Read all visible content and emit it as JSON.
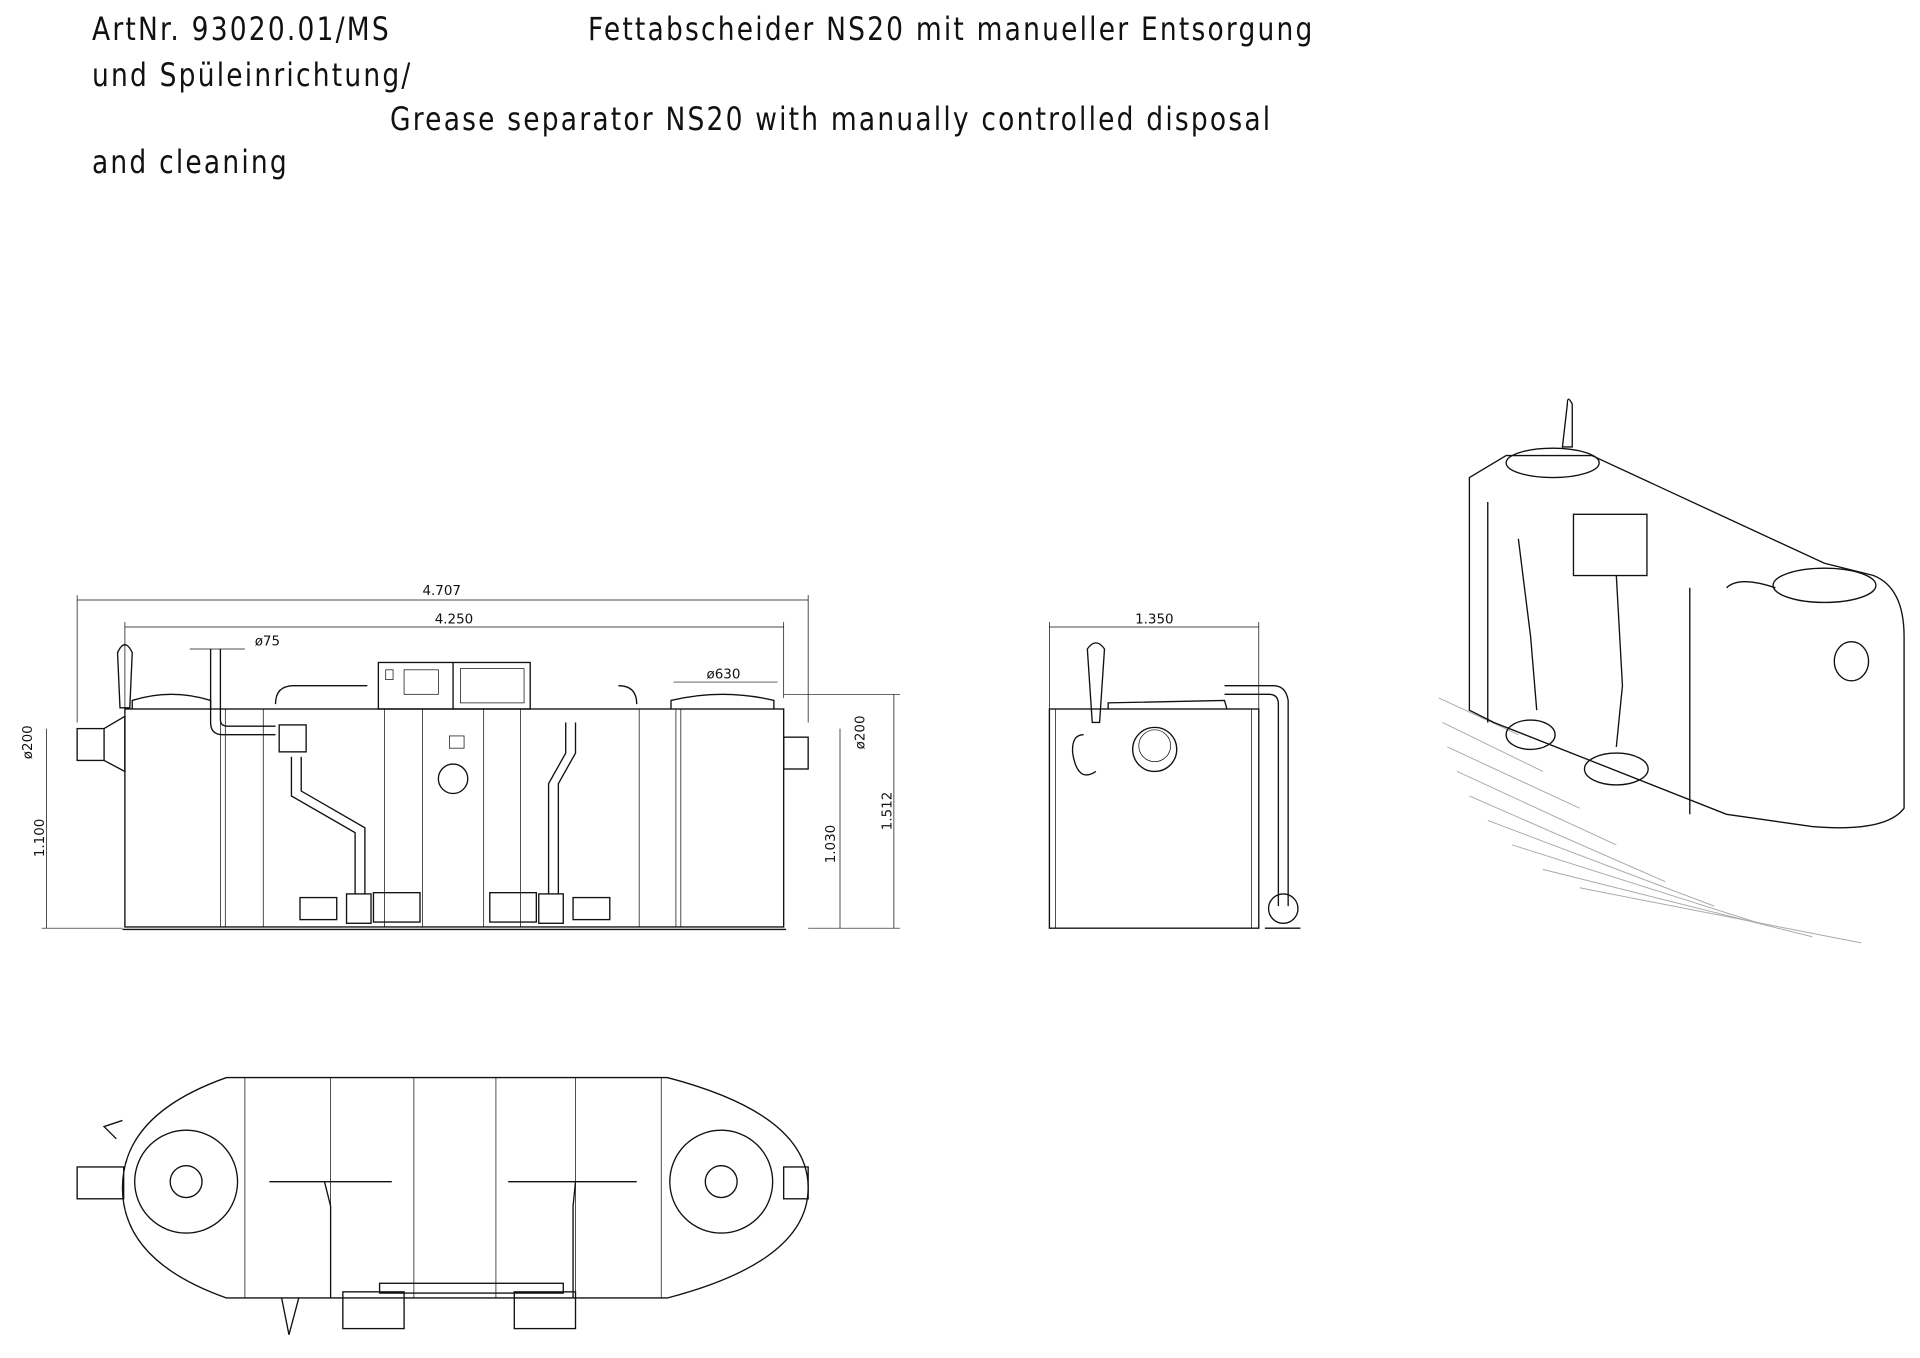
{
  "title": {
    "art_nr": "ArtNr. 93020.01/MS",
    "german_line1": "Fettabscheider NS20 mit manueller Entsorgung",
    "german_line2": "und Spüleinrichtung/",
    "english_line1": "Grease separator NS20 with manually controlled disposal",
    "english_line2": "and cleaning"
  },
  "front_view": {
    "overall_length": "4.707",
    "body_length": "4.250",
    "vent_diameter": "ø75",
    "cover_diameter": "ø630",
    "inlet_diameter": "ø200",
    "outlet_diameter": "ø200",
    "inlet_height": "1.100",
    "outlet_height": "1.030",
    "total_height": "1.512"
  },
  "side_view": {
    "width": "1.350"
  }
}
